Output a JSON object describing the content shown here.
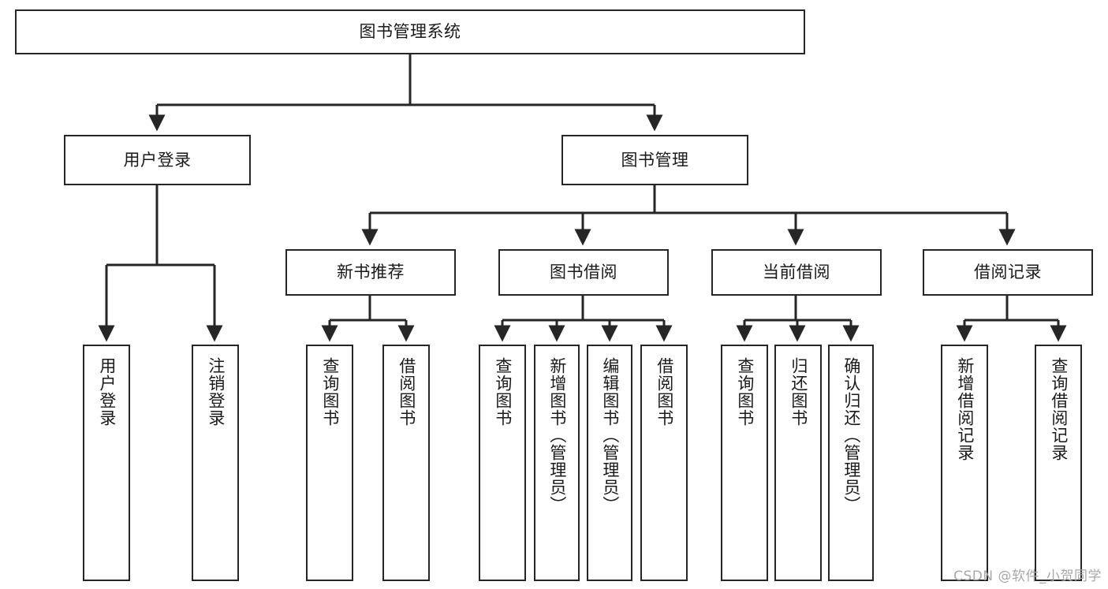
{
  "diagram": {
    "type": "tree-hierarchy-chart",
    "title": "图书管理系统",
    "watermark": "CSDN @软件_小贺同学",
    "colors": {
      "box_border": "#262626",
      "box_fill": "#ffffff",
      "connector": "#262626",
      "text": "#1a1a1a",
      "watermark": "#a8a8a8"
    },
    "nodes": {
      "root": "图书管理系统",
      "level2": {
        "user_login": "用户登录",
        "book_manage": "图书管理"
      },
      "level3": {
        "new_book_rec": "新书推荐",
        "book_borrow": "图书借阅",
        "current_borrow": "当前借阅",
        "borrow_record": "借阅记录"
      },
      "leaves": {
        "user_login_1": "用户登录",
        "user_login_2": "注销登录",
        "new_book_rec_1": "查询图书",
        "new_book_rec_2": "借阅图书",
        "book_borrow_1": "查询图书",
        "book_borrow_2": "新增图书（管理员）",
        "book_borrow_3": "编辑图书（管理员）",
        "book_borrow_4": "借阅图书",
        "current_borrow_1": "查询图书",
        "current_borrow_2": "归还图书",
        "current_borrow_3": "确认归还（管理员）",
        "borrow_record_1": "新增借阅记录",
        "borrow_record_2": "查询借阅记录"
      }
    }
  }
}
